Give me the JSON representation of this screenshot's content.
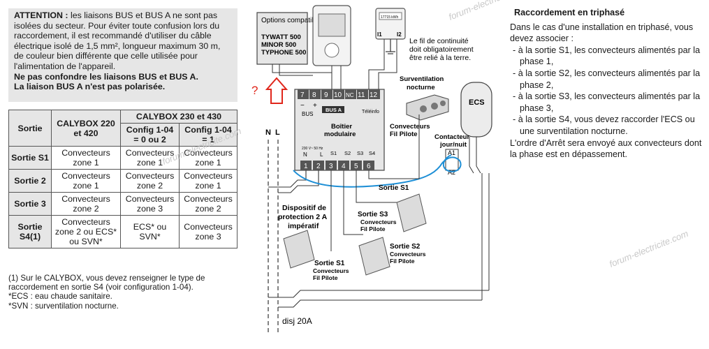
{
  "attention": {
    "label": "ATTENTION :",
    "text": "les liaisons BUS et BUS A ne sont pas isolées du secteur. Pour éviter toute confusion lors du raccordement, il est recommandé d'utiliser du câble électrique isolé de 1,5 mm², longueur maximum 30 m, de couleur bien différente que celle utilisée pour l'alimentation de l'appareil.",
    "bold1": "Ne pas confondre les liaisons BUS et BUS A.",
    "bold2": "La liaison BUS A n'est pas polarisée."
  },
  "table": {
    "h_sortie": "Sortie",
    "h_calybox1": "CALYBOX 220 et 420",
    "h_calybox2": "CALYBOX 230 et 430",
    "h_cfg0": "Config 1-04 = 0 ou 2",
    "h_cfg1": "Config 1-04 = 1",
    "rows": [
      {
        "sortie": "Sortie S1",
        "c1": "Convecteurs zone 1",
        "c2": "Convecteurs zone 1",
        "c3": "Convecteurs zone 1"
      },
      {
        "sortie": "Sortie 2",
        "c1": "Convecteurs zone 1",
        "c2": "Convecteurs zone 2",
        "c3": "Convecteurs zone 1"
      },
      {
        "sortie": "Sortie 3",
        "c1": "Convecteurs zone 2",
        "c2": "Convecteurs zone 3",
        "c3": "Convecteurs zone 2"
      },
      {
        "sortie": "Sortie S4(1)",
        "c1": "Convecteurs zone 2 ou ECS* ou SVN*",
        "c2": "ECS* ou SVN*",
        "c3": "Convecteurs zone 3"
      }
    ]
  },
  "notes": [
    "(1) Sur le CALYBOX, vous devez renseigner le type de raccordement en sortie S4 (voir configuration 1-04).",
    "*ECS : eau chaude sanitaire.",
    "*SVN : surventilation nocturne."
  ],
  "right": {
    "title": "Raccordement en triphasé",
    "intro": "Dans le cas d'une installation en triphasé, vous devez associer :",
    "items": [
      "- à la sortie S1, les convecteurs alimentés par la phase 1,",
      "- à la sortie S2, les convecteurs alimentés par la phase 2,",
      "- à la sortie S3, les convecteurs alimentés par la phase 3,",
      "- à la sortie S4, vous devez raccorder l'ECS ou une surventilation nocturne."
    ],
    "outro": "L'ordre d'Arrêt sera envoyé aux convecteurs dont la phase est en dépassement."
  },
  "diagram": {
    "options_title": "Options compatibles :",
    "options": [
      "TYWATT 500",
      "MINOR 500",
      "TYPHONE 500"
    ],
    "question": "?",
    "terminals_top": [
      "7",
      "8",
      "9",
      "10",
      "NC",
      "11",
      "12"
    ],
    "bus": "BUS",
    "bus_a": "BUS A",
    "teleinfo": "Téléinfo",
    "minus": "−",
    "plus": "+",
    "box_title": "Boîtier modulaire",
    "power_label": "230 V~ 50 Hz",
    "N": "N",
    "L": "L",
    "outputs": [
      "S1",
      "S2",
      "S3",
      "S4"
    ],
    "terminals_bottom": [
      "1",
      "2",
      "3",
      "4",
      "5",
      "6"
    ],
    "continuity": "Le fil de continuité doit obligatoirement être relié à la terre.",
    "meter_i1": "I1",
    "meter_i2": "I2",
    "meter_screen": "17715 kWh",
    "surv": "Surventilation nocturne",
    "ecs": "ECS",
    "conv_fp": "Convecteurs Fil Pilote",
    "contactor": "Contacteur jour/nuit",
    "a1": "A1",
    "a2": "A2",
    "sortie_s1_hidden": "Sortie S1",
    "protection": "Dispositif de protection 2 A impératif",
    "s3": "Sortie S3",
    "s2": "Sortie S2",
    "s1": "Sortie S1",
    "conv_fp_short": "Convecteurs Fil Pilote",
    "disj": "disj 20A",
    "watermark": "forum-electricite.com"
  },
  "colors": {
    "accent_red": "#e0261b",
    "bus_blue": "#1e8fd6",
    "grey_box": "#e6e6e6"
  }
}
